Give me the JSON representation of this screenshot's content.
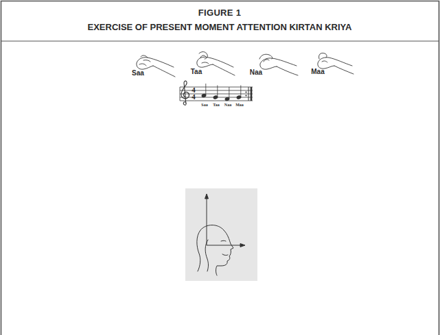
{
  "diagram": {
    "title": "FIGURE 1",
    "labels": [
      "EXERCISE OF PRESENT MOMENT ATTENTION KIRTAN KRIYA",
      "Saa",
      "Taa",
      "Naa",
      "Maa",
      "4",
      "4",
      "Saa",
      "Taa",
      "Naa",
      "Maa"
    ]
  }
}
